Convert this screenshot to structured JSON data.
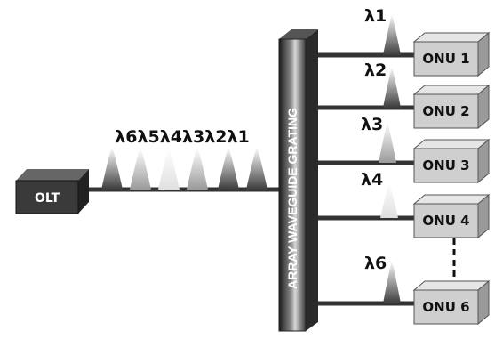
{
  "olt": {
    "label": "OLT"
  },
  "awg": {
    "label": "ARRAY WAVEGUIDE GRATING"
  },
  "input_wavelengths": {
    "label": "λ6λ5λ4λ3λ2λ1"
  },
  "onus": [
    {
      "label": "ONU 1",
      "wavelength": "λ1"
    },
    {
      "label": "ONU 2",
      "wavelength": "λ2"
    },
    {
      "label": "ONU 3",
      "wavelength": "λ3"
    },
    {
      "label": "ONU 4",
      "wavelength": "λ4"
    },
    {
      "label": "ONU 6",
      "wavelength": "λ6"
    }
  ],
  "colors": {
    "olt_box": "#3a3a3a",
    "onu_box": "#cfcfcf",
    "line": "#333333",
    "peak_dark": "#3c3c3c",
    "peak_light": "#eeeeee"
  }
}
